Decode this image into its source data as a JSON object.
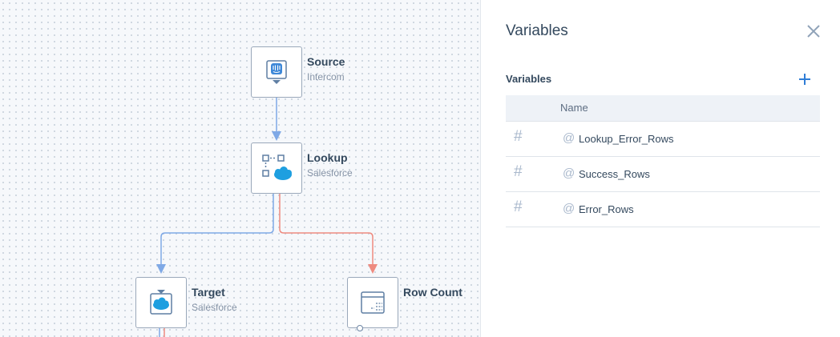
{
  "canvas": {
    "nodes": {
      "source": {
        "title": "Source",
        "subtitle": "Intercom"
      },
      "lookup": {
        "title": "Lookup",
        "subtitle": "Salesforce"
      },
      "target": {
        "title": "Target",
        "subtitle": "Salesforce"
      },
      "row_count": {
        "title": "Row Count"
      }
    }
  },
  "panel": {
    "title": "Variables",
    "section_label": "Variables",
    "table": {
      "header": {
        "name": "Name"
      },
      "rows": [
        {
          "type_symbol": "#",
          "prefix": "@",
          "name": "Lookup_Error_Rows"
        },
        {
          "type_symbol": "#",
          "prefix": "@",
          "name": "Success_Rows"
        },
        {
          "type_symbol": "#",
          "prefix": "@",
          "name": "Error_Rows"
        }
      ]
    }
  },
  "colors": {
    "success_wire": "#7fa9e6",
    "error_wire": "#ee8b80",
    "accent": "#2f7dd6"
  },
  "icons": [
    "intercom-icon",
    "lookup-icon",
    "salesforce-icon",
    "target-icon",
    "row-count-icon",
    "close-icon",
    "plus-icon",
    "hash-icon"
  ]
}
